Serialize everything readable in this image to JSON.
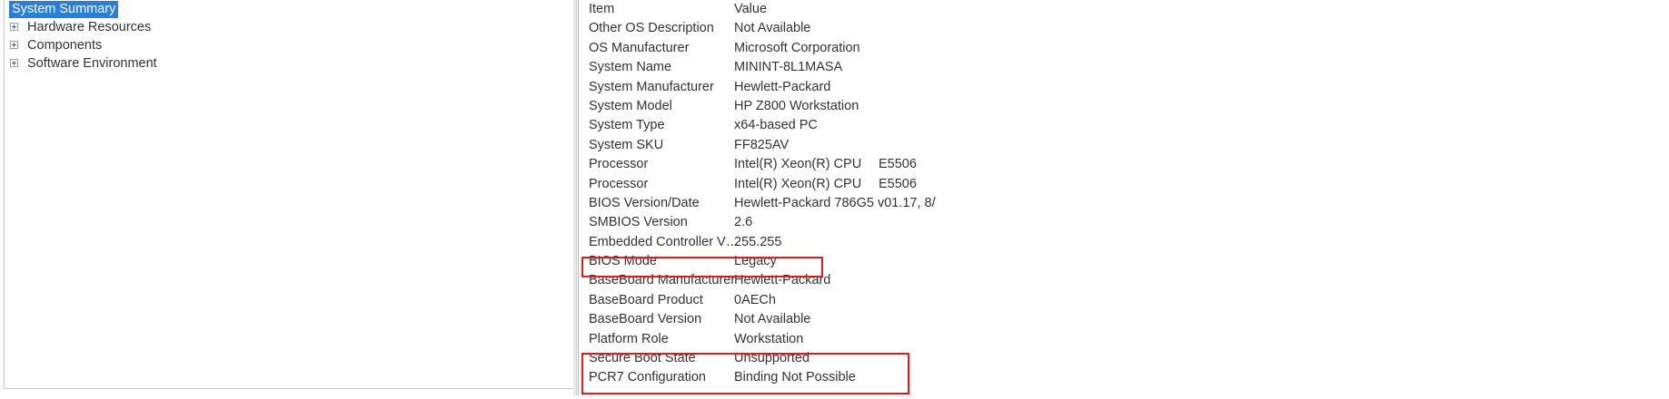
{
  "tree": {
    "selected": "System Summary",
    "items": [
      {
        "label": "System Summary",
        "selected": true,
        "expandable": false
      },
      {
        "label": "Hardware Resources",
        "selected": false,
        "expandable": true
      },
      {
        "label": "Components",
        "selected": false,
        "expandable": true
      },
      {
        "label": "Software Environment",
        "selected": false,
        "expandable": true
      }
    ]
  },
  "details": {
    "columns": {
      "item": "Item",
      "value": "Value"
    },
    "rows": [
      {
        "item": "Item",
        "value": "Value",
        "header": true
      },
      {
        "item": "Other OS Description",
        "value": "Not Available"
      },
      {
        "item": "OS Manufacturer",
        "value": "Microsoft Corporation"
      },
      {
        "item": "System Name",
        "value": "MININT-8L1MASA"
      },
      {
        "item": "System Manufacturer",
        "value": "Hewlett-Packard"
      },
      {
        "item": "System Model",
        "value": "HP Z800 Workstation"
      },
      {
        "item": "System Type",
        "value": "x64-based PC"
      },
      {
        "item": "System SKU",
        "value": "FF825AV"
      },
      {
        "item": "Processor",
        "value": "Intel(R) Xeon(R) CPU",
        "value_extra": "E5506"
      },
      {
        "item": "Processor",
        "value": "Intel(R) Xeon(R) CPU",
        "value_extra": "E5506"
      },
      {
        "item": "BIOS Version/Date",
        "value": "Hewlett-Packard 786G5 v01.17, 8/"
      },
      {
        "item": "SMBIOS Version",
        "value": "2.6"
      },
      {
        "item": "Embedded Controller V…",
        "value": "255.255"
      },
      {
        "item": "BIOS Mode",
        "value": "Legacy",
        "highlighted": true
      },
      {
        "item": "BaseBoard Manufacturer",
        "value": "Hewlett-Packard"
      },
      {
        "item": "BaseBoard Product",
        "value": "0AECh"
      },
      {
        "item": "BaseBoard Version",
        "value": "Not Available"
      },
      {
        "item": "Platform Role",
        "value": "Workstation"
      },
      {
        "item": "Secure Boot State",
        "value": "Unsupported",
        "highlighted": true
      },
      {
        "item": "PCR7 Configuration",
        "value": "Binding Not Possible",
        "highlighted": true
      }
    ]
  },
  "annotations": [
    {
      "name": "bios-mode-highlight",
      "color": "#e01b1b",
      "targets": [
        "BIOS Mode"
      ]
    },
    {
      "name": "secure-boot-highlight",
      "color": "#e01b1b",
      "targets": [
        "Secure Boot State",
        "PCR7 Configuration"
      ]
    }
  ],
  "colors": {
    "selection": "#2a7fd4",
    "selection_text": "#ffffff",
    "text": "#333333",
    "panel_border": "#c8c8c8",
    "annotation": "#e01b1b",
    "background": "#ffffff"
  }
}
